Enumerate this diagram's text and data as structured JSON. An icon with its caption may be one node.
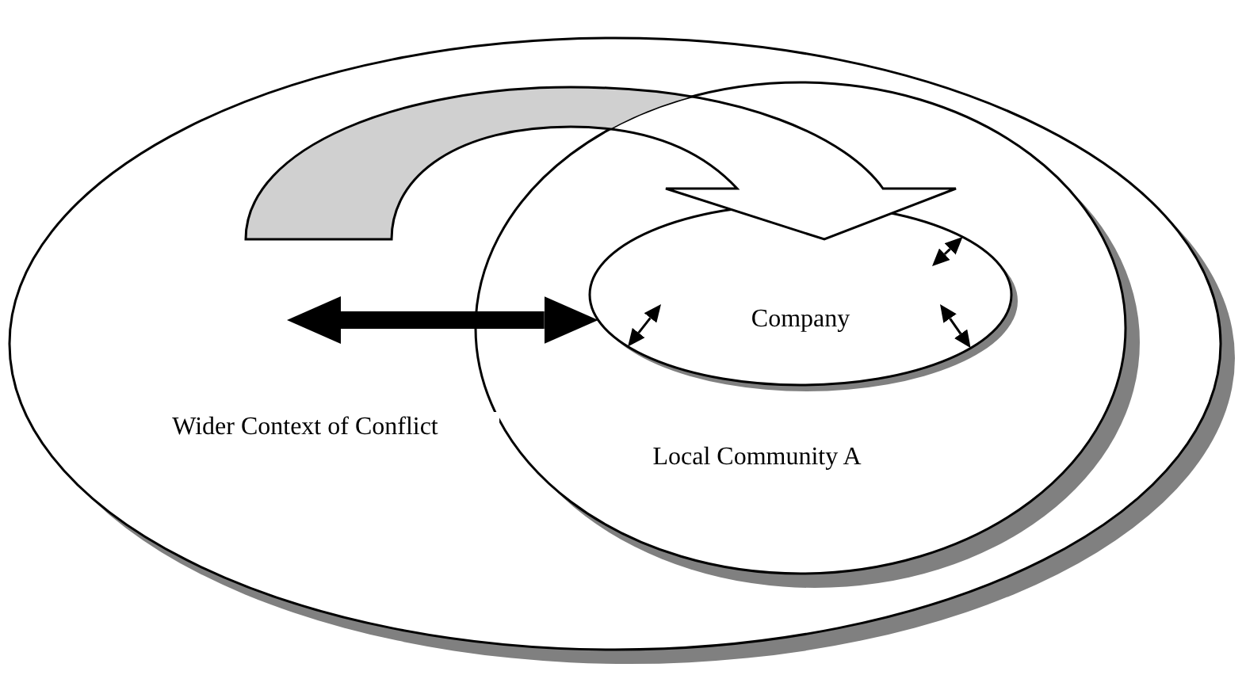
{
  "diagram": {
    "nodes": [
      {
        "text": [
          "Wider Context of Conflict"
        ]
      },
      {
        "text": [
          "Local Community A"
        ],
        "in": 0
      },
      {
        "text": [
          "Company"
        ],
        "in": 1
      }
    ],
    "edges": [
      {
        "from": null,
        "to": 2,
        "arrow": "to",
        "style": "thick"
      },
      {
        "from": null,
        "to": 2,
        "arrow": "both",
        "style": "thick"
      },
      {
        "from": 2,
        "to": null,
        "arrow": "both"
      },
      {
        "from": 2,
        "to": null,
        "arrow": "both"
      },
      {
        "from": 2,
        "to": null,
        "arrow": "both"
      }
    ]
  }
}
